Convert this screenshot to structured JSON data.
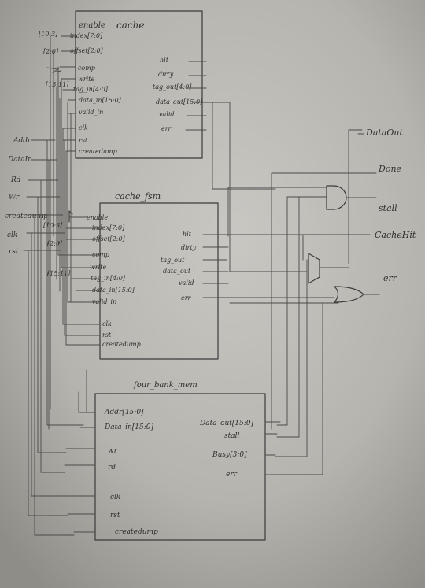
{
  "diagram": {
    "blocks": {
      "cache": {
        "name": "cache",
        "inputs": [
          "enable",
          "index[7:0]",
          "offset[2:0]",
          "comp",
          "write",
          "tag_in[4:0]",
          "data_in[15:0]",
          "valid_in",
          "clk",
          "rst",
          "createdump"
        ],
        "outputs": [
          "hit",
          "dirty",
          "tag_out[4:0]",
          "data_out[15:0]",
          "valid",
          "err"
        ],
        "bus_labels": [
          "[10:3]",
          "[2:0]",
          "[15:11]"
        ]
      },
      "cache_fsm": {
        "name": "cache_fsm",
        "inputs": [
          "enable",
          "index[7:0]",
          "offset[2:0]",
          "comp",
          "write",
          "tag_in[4:0]",
          "data_in[15:0]",
          "valid_in",
          "clk",
          "rst",
          "createdump"
        ],
        "outputs": [
          "hit",
          "dirty",
          "tag_out",
          "data_out",
          "valid",
          "err"
        ],
        "bus_labels": [
          "[10:3]",
          "[2:0]",
          "[15:11]"
        ]
      },
      "memory": {
        "name": "four_bank_mem",
        "inputs": [
          "Addr[15:0]",
          "Data_in[15:0]",
          "wr",
          "rd",
          "clk",
          "rst",
          "createdump"
        ],
        "outputs": [
          "Data_out[15:0]",
          "stall",
          "Busy[3:0]",
          "err"
        ]
      }
    },
    "left_signals": [
      "Addr",
      "DataIn",
      "Rd",
      "Wr",
      "createdump",
      "clk",
      "rst"
    ],
    "right_outputs": [
      "DataOut",
      "Done",
      "stall",
      "CacheHit",
      "err"
    ]
  }
}
